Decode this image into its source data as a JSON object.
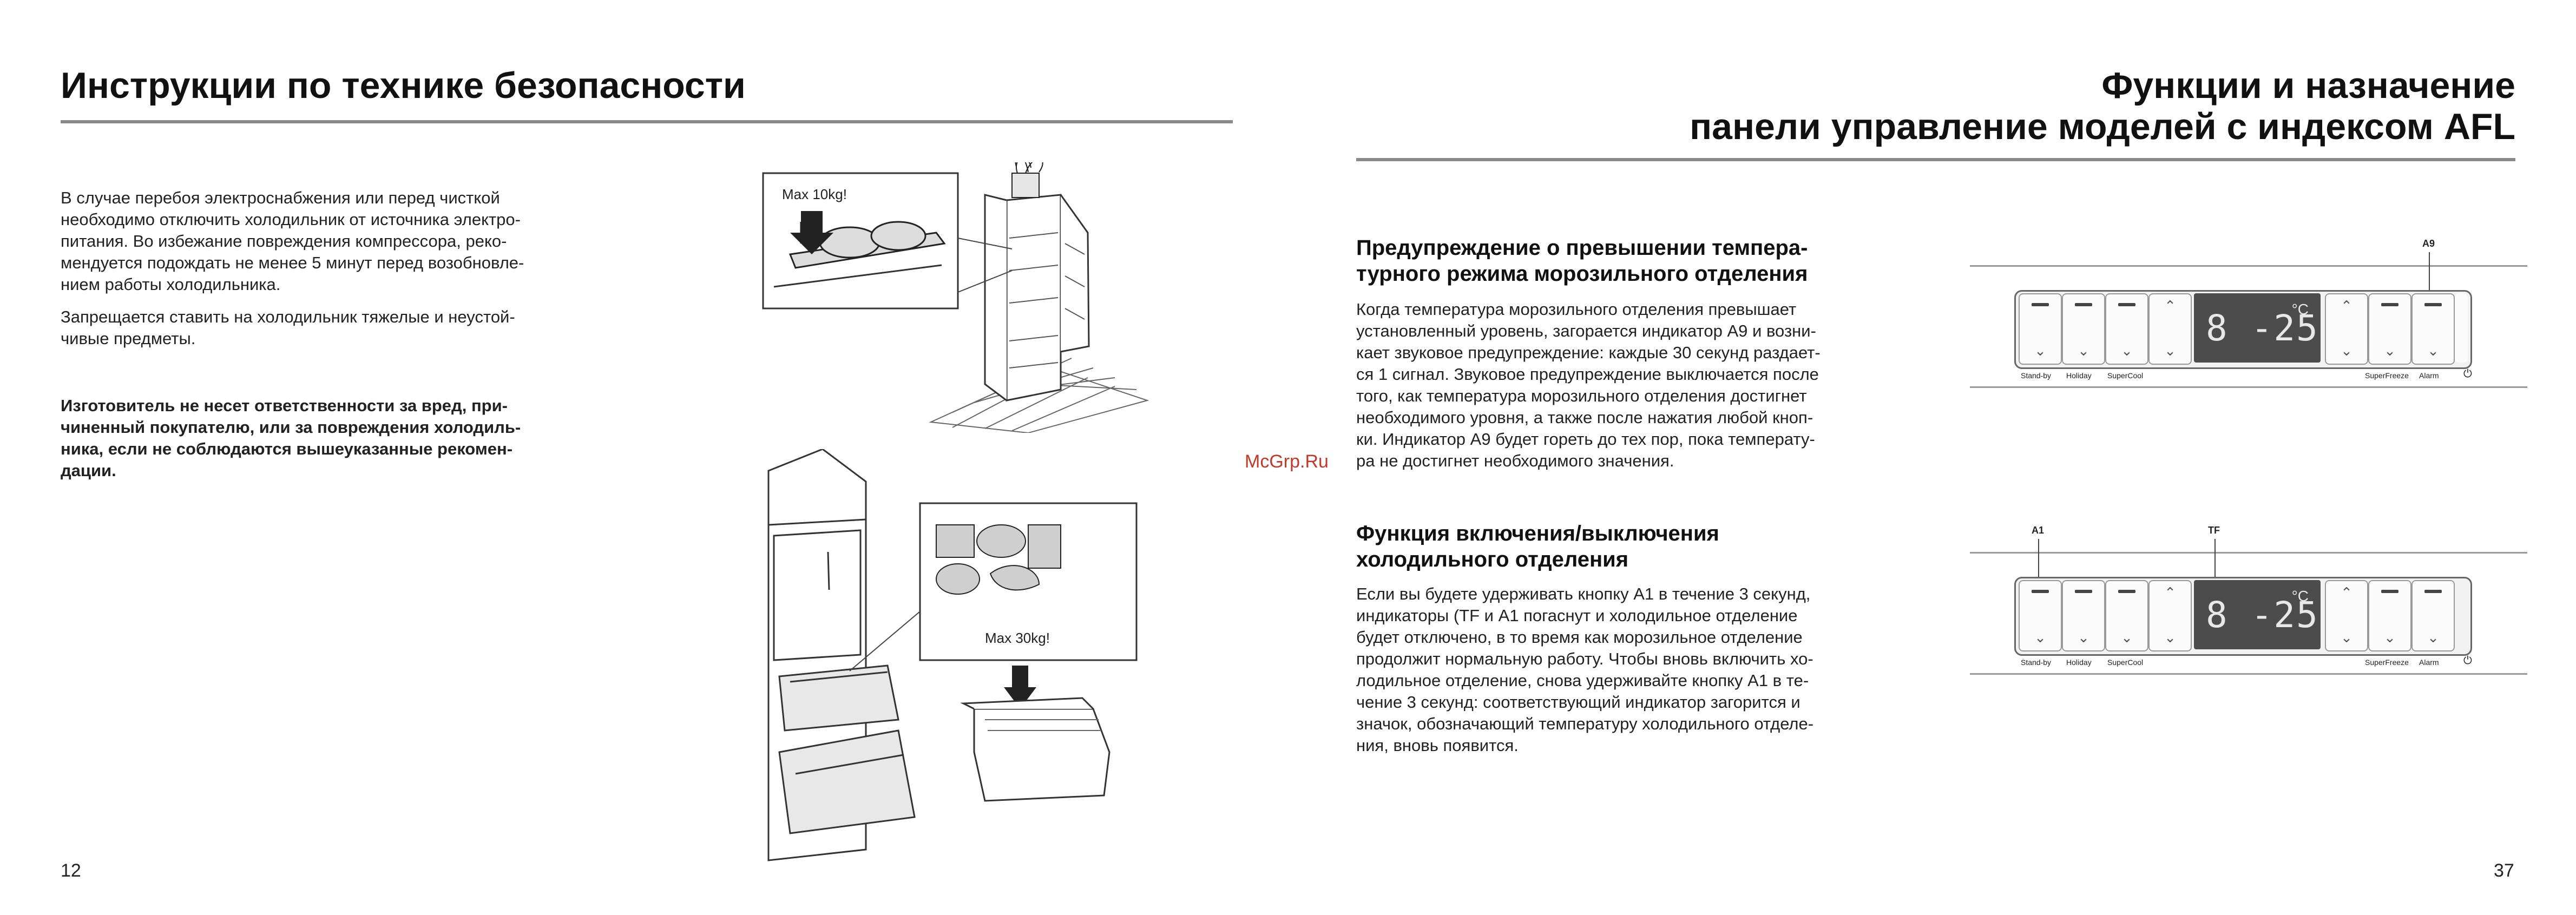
{
  "left": {
    "title": "Инструкции по технике безопасности",
    "para1": [
      "В случае перебоя электроснабжения или перед чисткой",
      "необходимо отключить холодильник от источника электро-",
      "питания. Во избежание повреждения компрессора, реко-",
      "мендуется подождать не менее 5 минут перед возобновле-",
      "нием работы холодильника."
    ],
    "para2": [
      "Запрещается ставить на холодильник тяжелые и неустой-",
      "чивые предметы."
    ],
    "para3": [
      "Изготовитель не несет ответственности за вред, при-",
      "чиненный покупателю, или за повреждения холодиль-",
      "ника, если не соблюдаются вышеуказанные рекомен-",
      "дации."
    ],
    "fig1_label": "Max 10kg!",
    "fig2_label": "Max 30kg!",
    "page_number": "12"
  },
  "watermark": "McGrp.Ru",
  "right": {
    "title_line1": "Функции и назначение",
    "title_line2": "панели управление моделей с индексом AFL",
    "section1": {
      "heading": [
        "Предупреждение о превышении темпера-",
        "турного режима морозильного отделения"
      ],
      "text": [
        "Когда температура морозильного отделения превышает",
        "установленный уровень, загорается индикатор А9 и возни-",
        "кает звуковое предупреждение: каждые 30 секунд раздает-",
        "ся 1 сигнал. Звуковое предупреждение выключается после",
        "того, как температура морозильного отделения достигнет",
        "необходимого уровня, а также после нажатия любой кноп-",
        "ки. Индикатор А9 будет гореть до тех пор, пока температу-",
        "ра не достигнет необходимого значения."
      ]
    },
    "section2": {
      "heading": [
        "Функция включения/выключения",
        "холодильного отделения"
      ],
      "text": [
        "Если вы будете удерживать кнопку А1 в течение 3 секунд,",
        "индикаторы (TF и А1 погаснут и холодильное отделение",
        "будет отключено, в то время как морозильное отделение",
        "продолжит нормальную работу. Чтобы вновь включить хо-",
        "лодильное отделение, снова удерживайте кнопку А1 в те-",
        "чение 3 секунд: соответствующий индикатор загорится и",
        "значок, обозначающий температуру холодильного отделе-",
        "ния, вновь появится."
      ]
    },
    "panel1": {
      "indicator": "A9",
      "display_value": "8 -25",
      "unit": "°C",
      "labels": {
        "standby": "Stand-by",
        "holiday": "Holiday",
        "supercool": "SuperCool",
        "superfreeze": "SuperFreeze",
        "alarm": "Alarm",
        "power": "⏻"
      }
    },
    "panel2": {
      "indicator_a1": "A1",
      "indicator_tf": "TF",
      "display_value": "8 -25",
      "unit": "°C",
      "labels": {
        "standby": "Stand-by",
        "holiday": "Holiday",
        "supercool": "SuperCool",
        "superfreeze": "SuperFreeze",
        "alarm": "Alarm",
        "power": "⏻"
      }
    },
    "page_number": "37"
  }
}
